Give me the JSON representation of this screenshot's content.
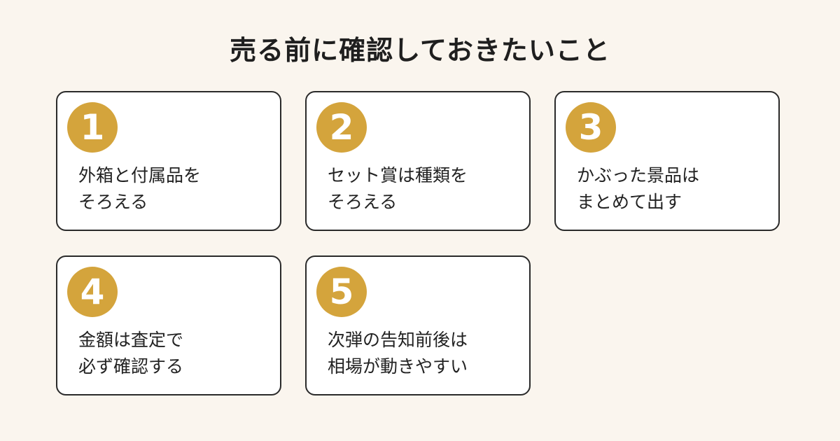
{
  "title": "売る前に確認しておきたいこと",
  "cards": [
    {
      "number": "1",
      "lines": [
        "外箱と付属品を",
        "そろえる"
      ]
    },
    {
      "number": "2",
      "lines": [
        "セット賞は種類を",
        "そろえる"
      ]
    },
    {
      "number": "3",
      "lines": [
        "かぶった景品は",
        "まとめて出す"
      ]
    },
    {
      "number": "4",
      "lines": [
        "金額は査定で",
        "必ず確認する"
      ]
    },
    {
      "number": "5",
      "lines": [
        "次弾の告知前後は",
        "相場が動きやすい"
      ]
    }
  ],
  "colors": {
    "background": "#faf5ee",
    "badge": "#d4a43c",
    "card_border": "#2a2a2a",
    "card_background": "#ffffff"
  }
}
